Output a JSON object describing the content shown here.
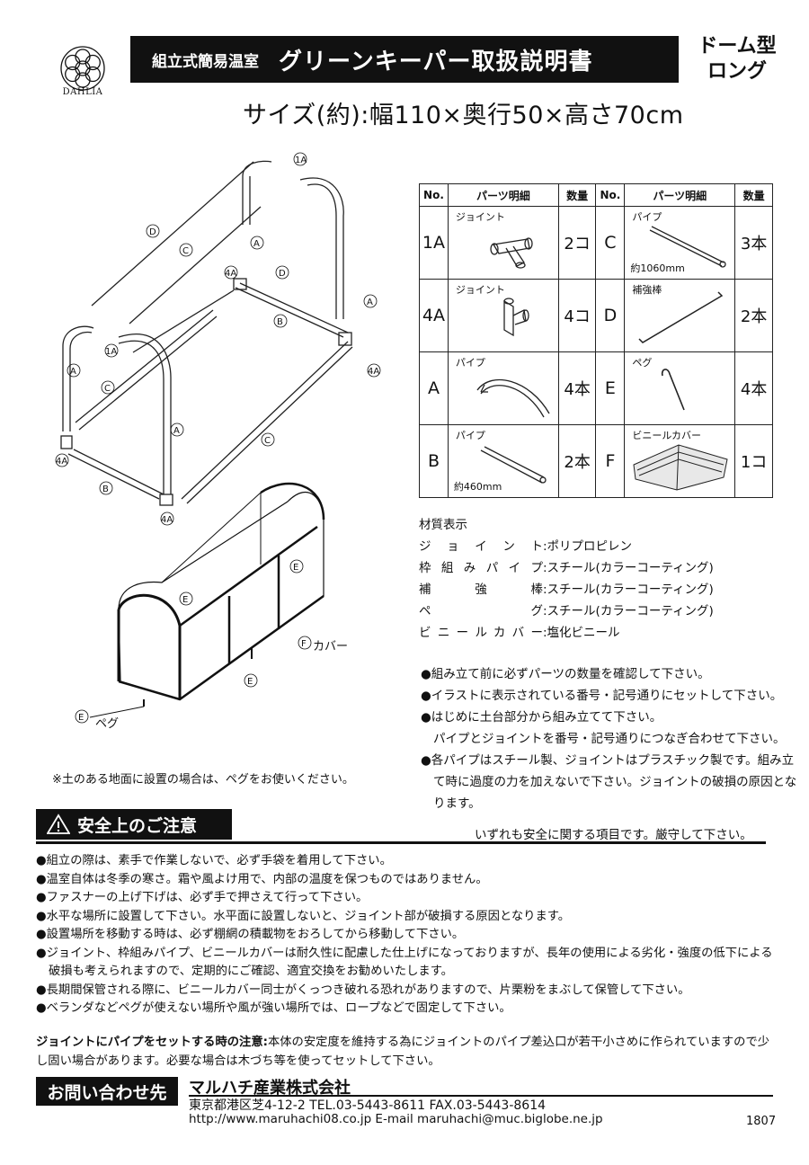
{
  "header": {
    "logo_text": "DAHLIA",
    "subtitle": "組立式簡易温室",
    "title": "グリーンキーパー取扱説明書",
    "model_line1": "ドーム型",
    "model_line2": "ロング",
    "size": "サイズ(約):幅110×奥行50×高さ70cm"
  },
  "diagram": {
    "markers": [
      "1A",
      "D",
      "C",
      "A",
      "4A",
      "B",
      "E"
    ],
    "cover_label": "カバー",
    "peg_label": "ペグ",
    "ground_note": "※土のある地面に設置の場合は、ペグをお使いください。"
  },
  "parts_table": {
    "headers": [
      "No.",
      "パーツ明細",
      "数量",
      "No.",
      "パーツ明細",
      "数量"
    ],
    "rows": [
      {
        "no1": "1A",
        "name1": "ジョイント",
        "note1": "",
        "qty1": "2コ",
        "no2": "C",
        "name2": "パイプ",
        "note2": "約1060mm",
        "qty2": "3本"
      },
      {
        "no1": "4A",
        "name1": "ジョイント",
        "note1": "",
        "qty1": "4コ",
        "no2": "D",
        "name2": "補強棒",
        "note2": "",
        "qty2": "2本"
      },
      {
        "no1": "A",
        "name1": "パイプ",
        "note1": "",
        "qty1": "4本",
        "no2": "E",
        "name2": "ペグ",
        "note2": "",
        "qty2": "4本"
      },
      {
        "no1": "B",
        "name1": "パイプ",
        "note1": "約460mm",
        "qty1": "2本",
        "no2": "F",
        "name2": "ビニールカバー",
        "note2": "",
        "qty2": "1コ"
      }
    ]
  },
  "materials": {
    "heading": "材質表示",
    "items": [
      {
        "label": "ジョイント",
        "value": ":ポリプロピレン"
      },
      {
        "label": "枠組みパイプ",
        "value": ":スチール(カラーコーティング)"
      },
      {
        "label": "補強棒",
        "value": ":スチール(カラーコーティング)"
      },
      {
        "label": "ペグ",
        "value": ":スチール(カラーコーティング)"
      },
      {
        "label": "ビニールカバー",
        "value": ":塩化ビニール"
      }
    ]
  },
  "assembly_notes": [
    "●組み立て前に必ずパーツの数量を確認して下さい。",
    "●イラストに表示されている番号・記号通りにセットして下さい。",
    "●はじめに土台部分から組み立てて下さい。",
    "パイプとジョイントを番号・記号通りにつなぎ合わせて下さい。",
    "●各パイプはスチール製、ジョイントはプラスチック製です。組み立て時に過度の力を加えないで下さい。ジョイントの破損の原因となります。"
  ],
  "safety": {
    "title": "安全上のご注意",
    "right_note": "いずれも安全に関する項目です。厳守して下さい。",
    "items": [
      "●組立の際は、素手で作業しないで、必ず手袋を着用して下さい。",
      "●温室自体は冬季の寒さ。霜や風よけ用で、内部の温度を保つものではありません。",
      "●ファスナーの上げ下げは、必ず手で押さえて行って下さい。",
      "●水平な場所に設置して下さい。水平面に設置しないと、ジョイント部が破損する原因となります。",
      "●設置場所を移動する時は、必ず棚網の積載物をおろしてから移動して下さい。",
      "●ジョイント、枠組みパイプ、ビニールカバーは耐久性に配慮した仕上げになっておりますが、長年の使用による劣化・強度の低下による破損も考えられますので、定期的にご確認、適宜交換をお勧めいたします。",
      "●長期間保管される際に、ビニールカバー同士がくっつき破れる恐れがありますので、片栗粉をまぶして保管して下さい。",
      "●ベランダなどペグが使えない場所や風が強い場所では、ロープなどで固定して下さい。"
    ]
  },
  "pipe_caution": {
    "label": "ジョイントにパイプをセットする時の注意:",
    "text": "本体の安定度を維持する為にジョイントのパイプ差込口が若干小さめに作られていますので少し固い場合があります。必要な場合は木づち等を使ってセットして下さい。"
  },
  "contact": {
    "label": "お問い合わせ先",
    "company": "マルハチ産業株式会社",
    "address": "東京都港区芝4-12-2 TEL.03-5443-8611 FAX.03-5443-8614",
    "web": "http://www.maruhachi08.co.jp E-mail maruhachi@muc.biglobe.ne.jp",
    "code": "1807"
  }
}
